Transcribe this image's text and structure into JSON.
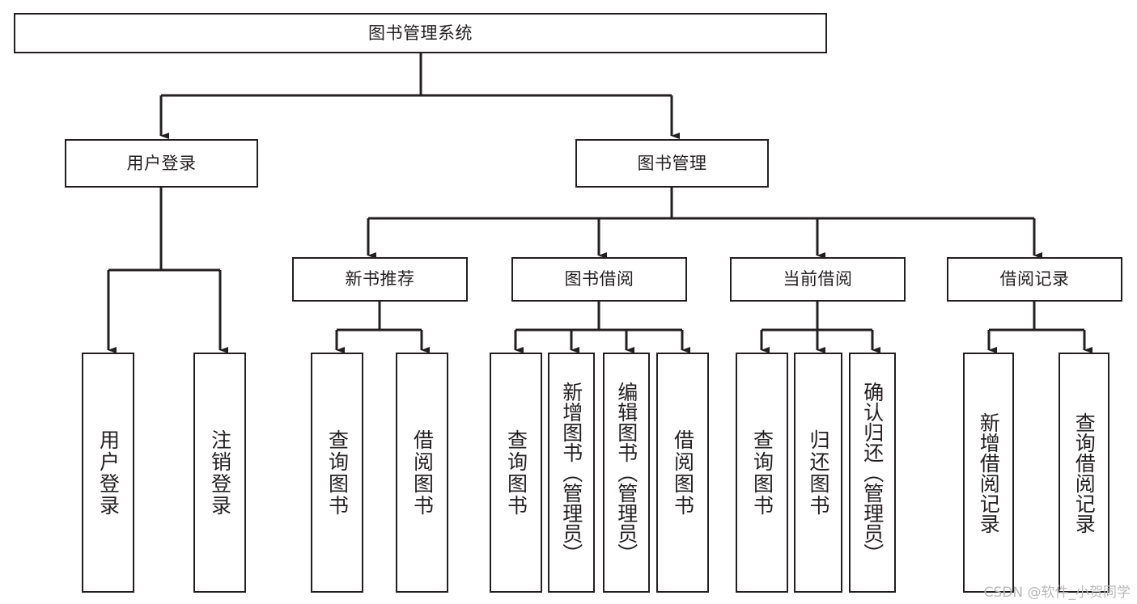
{
  "diagram": {
    "title": "图书管理系统",
    "type": "tree",
    "root": {
      "id": "root",
      "label": "图书管理系统"
    },
    "level1": [
      {
        "id": "user-login",
        "label": "用户登录"
      },
      {
        "id": "book-management",
        "label": "图书管理"
      }
    ],
    "level2": [
      {
        "id": "new-book-recommend",
        "label": "新书推荐"
      },
      {
        "id": "book-borrow",
        "label": "图书借阅"
      },
      {
        "id": "current-borrow",
        "label": "当前借阅"
      },
      {
        "id": "borrow-record",
        "label": "借阅记录"
      }
    ],
    "leaves": {
      "user_login": [
        {
          "id": "leaf-user-login",
          "label": "用户登录"
        },
        {
          "id": "leaf-logout-login",
          "label": "注销登录"
        }
      ],
      "new_book_recommend": [
        {
          "id": "leaf-query-book-1",
          "label": "查询图书"
        },
        {
          "id": "leaf-borrow-book-1",
          "label": "借阅图书"
        }
      ],
      "book_borrow": [
        {
          "id": "leaf-query-book-2",
          "label": "查询图书"
        },
        {
          "id": "leaf-add-book",
          "label": "新增图书（管理员）"
        },
        {
          "id": "leaf-edit-book",
          "label": "编辑图书（管理员）"
        },
        {
          "id": "leaf-borrow-book-2",
          "label": "借阅图书"
        }
      ],
      "current_borrow": [
        {
          "id": "leaf-query-book-3",
          "label": "查询图书"
        },
        {
          "id": "leaf-return-book",
          "label": "归还图书"
        },
        {
          "id": "leaf-confirm-return",
          "label": "确认归还（管理员）"
        }
      ],
      "borrow_record": [
        {
          "id": "leaf-add-record",
          "label": "新增借阅记录"
        },
        {
          "id": "leaf-query-record",
          "label": "查询借阅记录"
        }
      ]
    }
  },
  "watermark": {
    "text": "CSDN @软件_小贺同学"
  },
  "colors": {
    "stroke": "#231f20",
    "background": "#ffffff",
    "watermark": "#b9b9b9"
  }
}
